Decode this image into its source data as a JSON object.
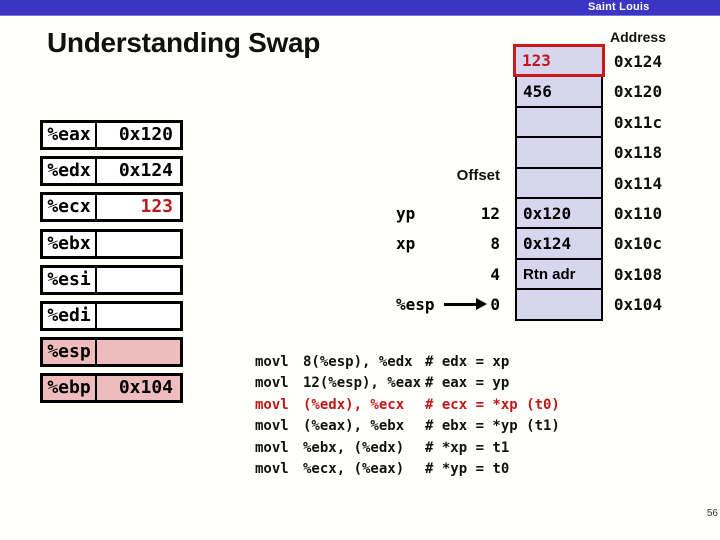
{
  "header": {
    "brand": "Saint Louis"
  },
  "title": "Understanding Swap",
  "page_number": "56",
  "colors": {
    "top_bar_blue": "#3a35c2",
    "memory_cell_fill": "#d8d6ee",
    "highlight_pink": "#efbcbd",
    "accent_red": "#c01818",
    "red_cell_border": "#cc1818"
  },
  "registers": {
    "rows": [
      {
        "name": "%eax",
        "value": "0x120"
      },
      {
        "name": "%edx",
        "value": "0x124"
      },
      {
        "name": "%ecx",
        "value": "123"
      },
      {
        "name": "%ebx",
        "value": ""
      },
      {
        "name": "%esi",
        "value": ""
      },
      {
        "name": "%edi",
        "value": ""
      },
      {
        "name": "%esp",
        "value": ""
      },
      {
        "name": "%ebp",
        "value": "0x104"
      }
    ]
  },
  "memory": {
    "address_header": "Address",
    "cells": [
      {
        "value": "123",
        "address": "0x124"
      },
      {
        "value": "456",
        "address": "0x120"
      },
      {
        "value": "",
        "address": "0x11c"
      },
      {
        "value": "",
        "address": "0x118"
      },
      {
        "value": "",
        "address": "0x114"
      },
      {
        "value": "0x120",
        "address": "0x110"
      },
      {
        "value": "0x124",
        "address": "0x10c"
      },
      {
        "value": "Rtn adr",
        "address": "0x108"
      },
      {
        "value": "",
        "address": "0x104"
      }
    ]
  },
  "offsets": {
    "header": "Offset",
    "rows": [
      {
        "label": "yp",
        "offset": "12"
      },
      {
        "label": "xp",
        "offset": "8"
      },
      {
        "label": "",
        "offset": "4"
      },
      {
        "label": "%esp",
        "offset": "0"
      }
    ]
  },
  "code": {
    "lines": [
      {
        "mnemonic": "movl",
        "operands": "8(%esp), %edx",
        "comment": "# edx = xp"
      },
      {
        "mnemonic": "movl",
        "operands": "12(%esp), %eax",
        "comment": "# eax = yp"
      },
      {
        "mnemonic": "movl",
        "operands": "(%edx), %ecx",
        "comment": "# ecx = *xp (t0)"
      },
      {
        "mnemonic": "movl",
        "operands": "(%eax), %ebx",
        "comment": "# ebx = *yp (t1)"
      },
      {
        "mnemonic": "movl",
        "operands": "%ebx, (%edx)",
        "comment": "# *xp = t1"
      },
      {
        "mnemonic": "movl",
        "operands": "%ecx, (%eax)",
        "comment": "# *yp = t0"
      }
    ]
  }
}
